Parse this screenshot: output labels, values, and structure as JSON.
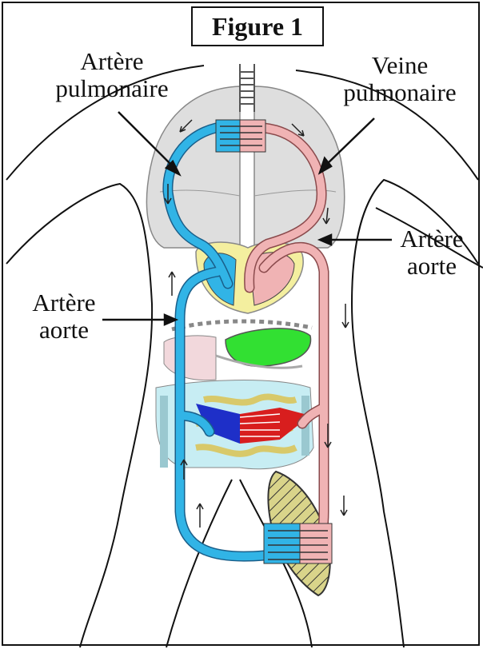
{
  "figure": {
    "title": "Figure 1"
  },
  "labels": {
    "arteria_pulmonaire": {
      "line1": "Artère",
      "line2": "pulmonaire"
    },
    "veine_pulmonaire": {
      "line1": "Veine",
      "line2": "pulmonaire"
    },
    "artere_aorte_right": {
      "line1": "Artère",
      "line2": "aorte"
    },
    "artere_aorte_left": {
      "line1": "Artère",
      "line2": "aorte"
    }
  },
  "colors": {
    "oxygen_poor": "#31b4e6",
    "oxygen_rich": "#f0b3b4",
    "heart_bg": "#f4ef9f",
    "stomach": "#32e032",
    "lungs": "#dcdcdc",
    "capillary_blue": "#1e2fc8",
    "capillary_red": "#d81e1e",
    "intestine": "#c7edf3",
    "muscle": "#d4cf7a"
  }
}
